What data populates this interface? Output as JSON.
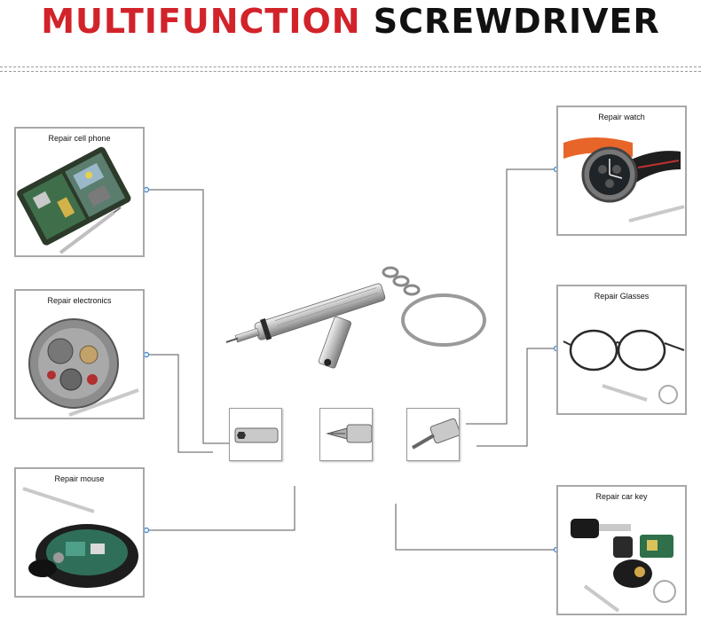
{
  "title": {
    "part1": "MULTIFUNCTION",
    "part2": "SCREWDRIVER"
  },
  "panels": {
    "cell_phone": "Repair cell phone",
    "electronics": "Repair electronics",
    "mouse": "Repair mouse",
    "watch": "Repair watch",
    "glasses": "Repair Glasses",
    "car_key": "Repair car key"
  },
  "colors": {
    "title_red": "#d2232a",
    "title_black": "#111111",
    "connector": "#4a90d9"
  }
}
